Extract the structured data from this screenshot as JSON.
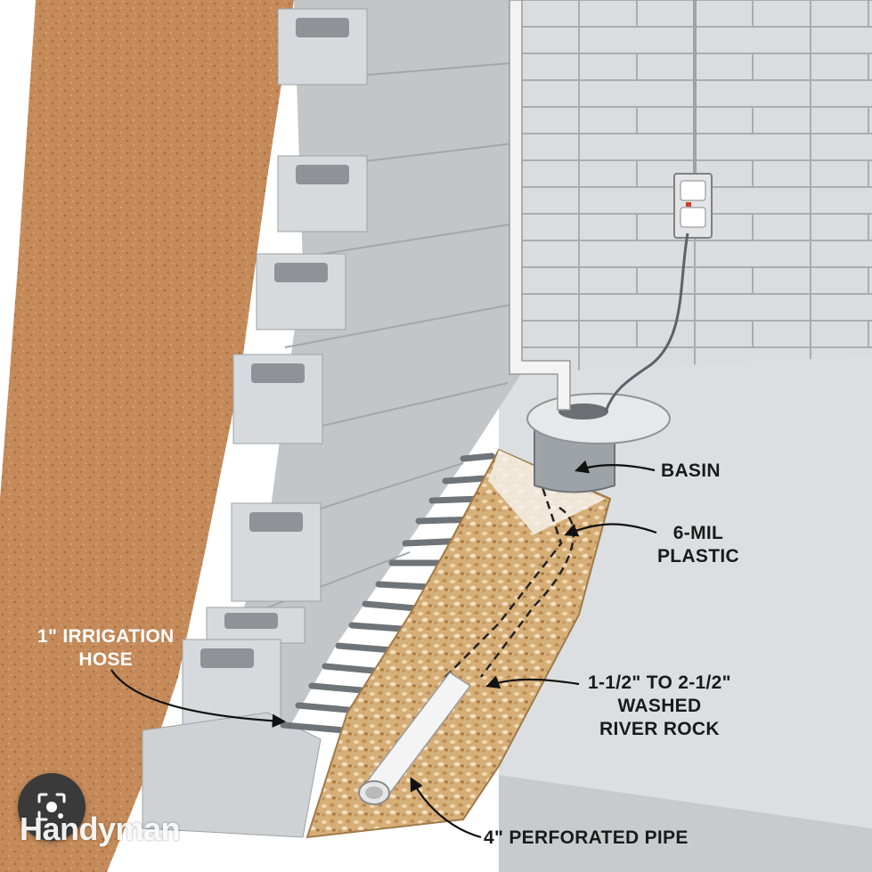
{
  "labels": {
    "basin": "BASIN",
    "plastic": [
      "6-MIL",
      "PLASTIC"
    ],
    "irrigation": [
      "1\" IRRIGATION",
      "HOSE"
    ],
    "river_rock": [
      "1-1/2\" TO 2-1/2\"",
      "WASHED",
      "RIVER ROCK"
    ],
    "pipe": "4\" PERFORATED PIPE"
  },
  "watermark": "Handyman",
  "lens_icon": "lens-icon",
  "colors": {
    "soil": "#c48a5a",
    "block": "#cfd3d6",
    "floor": "#dcdfe1",
    "gravel": "#d7b27e",
    "pipe": "#f2f2f2",
    "label": "#1a1a1a"
  }
}
